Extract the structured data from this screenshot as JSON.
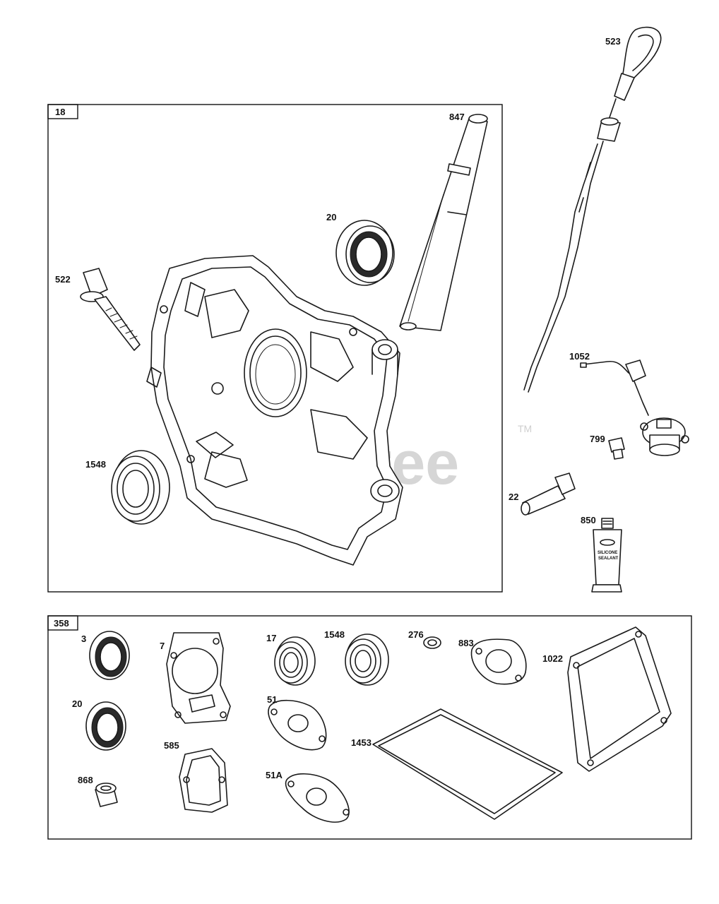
{
  "watermark": {
    "text": "PartsTree",
    "trademark": "TM"
  },
  "groups": [
    {
      "id": "18",
      "tag": "18"
    },
    {
      "id": "358",
      "tag": "358"
    }
  ],
  "parts": {
    "p523": "523",
    "p847": "847",
    "p20a": "20",
    "p522": "522",
    "p1548a": "1548",
    "p1052": "1052",
    "p799": "799",
    "p22": "22",
    "p850": "850",
    "p3": "3",
    "p7": "7",
    "p17": "17",
    "p1548b": "1548",
    "p276": "276",
    "p883": "883",
    "p1022": "1022",
    "p20b": "20",
    "p51": "51",
    "p585": "585",
    "p1453": "1453",
    "p868": "868",
    "p51a": "51A"
  },
  "sealant_tube": {
    "line1": "SILICONE",
    "line2": "SEALANT"
  }
}
